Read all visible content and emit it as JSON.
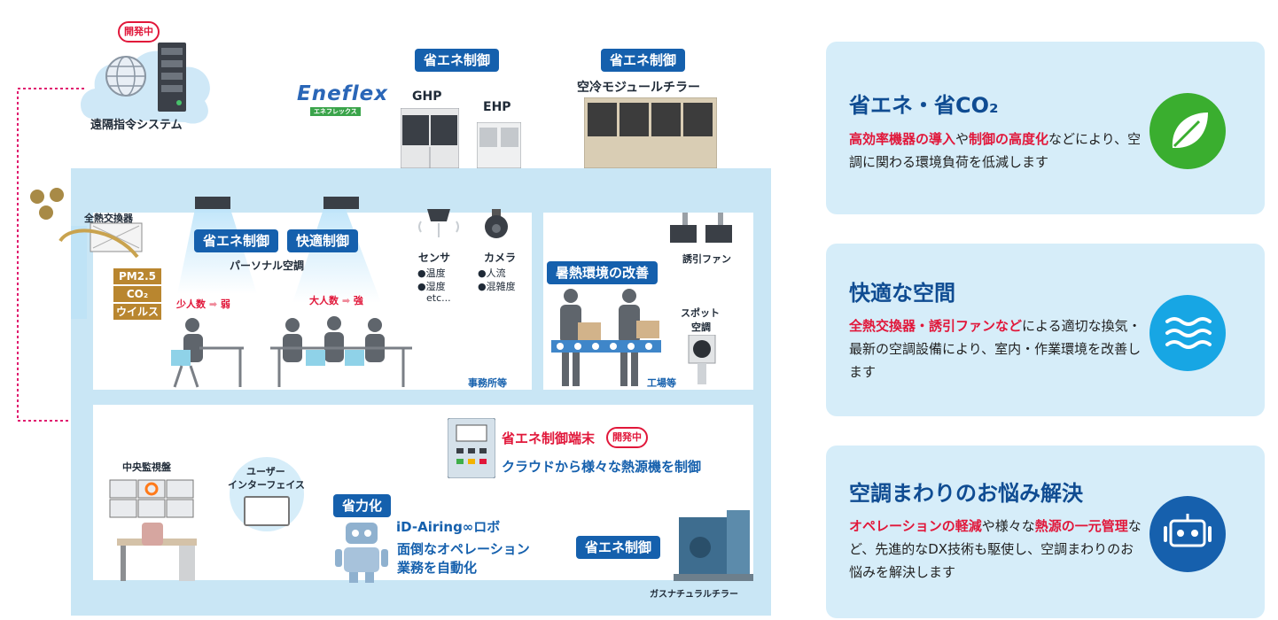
{
  "remote": {
    "dev_badge": "開発中",
    "label": "遠隔指令システム"
  },
  "outdoor_units": {
    "brand_logo": "Eneflex",
    "brand_sub": "エネフレックス",
    "tag_left": "省エネ制御",
    "tag_right": "省エネ制御",
    "ghp": "GHP",
    "ehp": "EHP",
    "chiller": "空冷モジュールチラー"
  },
  "office": {
    "heat_exchanger": "全熱交換器",
    "pollutants": [
      "PM2.5",
      "CO₂",
      "ウイルス"
    ],
    "tag_energy": "省エネ制御",
    "tag_comfort": "快適制御",
    "personal_ac": "パーソナル空調",
    "few_people_a": "少人数",
    "few_people_b": "弱",
    "many_people_a": "大人数",
    "many_people_b": "強",
    "sensor_title": "センサ",
    "sensor_items": [
      "●温度",
      "●湿度",
      "etc..."
    ],
    "camera_title": "カメラ",
    "camera_items": [
      "●人流",
      "●混雑度"
    ],
    "area_label": "事務所等"
  },
  "factory": {
    "fan_label": "誘引ファン",
    "tag": "暑熱環境の改善",
    "spot_ac_a": "スポット",
    "spot_ac_b": "空調",
    "area_label": "工場等"
  },
  "lower": {
    "central_panel": "中央監視盤",
    "ui_a": "ユーザー",
    "ui_b": "インターフェイス",
    "terminal_title": "省エネ制御端末",
    "terminal_dev": "開発中",
    "terminal_desc": "クラウドから様々な熱源機を制御",
    "labor_tag": "省力化",
    "robot_name": "iD-Airing∞ロボ",
    "robot_desc_a": "面倒なオペレーション",
    "robot_desc_b": "業務を自動化",
    "gas_tag": "省エネ制御",
    "gas_label": "ガスナチュラルチラー"
  },
  "cards": [
    {
      "title": "省エネ・省CO₂",
      "body_hl1": "高効率機器の導入",
      "body_t1": "や",
      "body_hl2": "制御の高度化",
      "body_t2": "などにより、空調に関わる環境負荷を低減します",
      "icon": "leaf-icon",
      "icon_color": "#3aae2f"
    },
    {
      "title": "快適な空間",
      "body_hl1": "全熱交換器・誘引ファンなど",
      "body_t1": "による適切な換気・最新の空調設備により、室内・作業環境を改善します",
      "icon": "wave-icon",
      "icon_color": "#17a6e4"
    },
    {
      "title": "空調まわりのお悩み解決",
      "body_hl1": "オペレーションの軽減",
      "body_t1": "や様々な",
      "body_hl2": "熱源の一元管理",
      "body_t2": "など、先進的なDX技術も駆使し、空調まわりのお悩みを解決します",
      "icon": "robot-icon",
      "icon_color": "#1660ad"
    }
  ],
  "colors": {
    "accent_blue": "#1560ad",
    "highlight_red": "#e1173a",
    "building": "#c9e6f5",
    "card_bg": "#d6edf9"
  }
}
